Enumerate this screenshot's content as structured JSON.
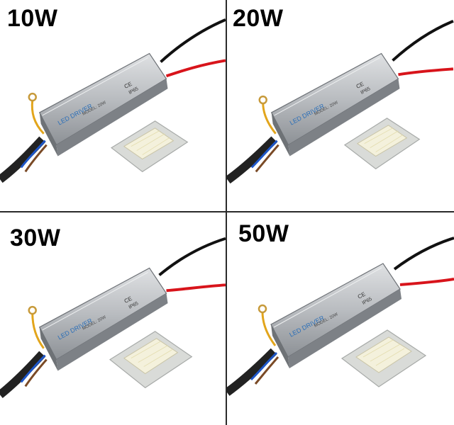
{
  "panels": [
    {
      "label": "10W"
    },
    {
      "label": "20W"
    },
    {
      "label": "30W"
    },
    {
      "label": "50W"
    }
  ],
  "driver": {
    "text_lines": [
      "LED DRIVER",
      "MODEL: 20W"
    ],
    "rating": "IP65",
    "cert": "CE"
  },
  "colors": {
    "background": "#ffffff",
    "divider": "#2a2a2a",
    "housing": "#b9bcc0",
    "chip_emitter": "#f4f1dc",
    "wire_red": "#d8141b",
    "wire_black": "#111111"
  }
}
